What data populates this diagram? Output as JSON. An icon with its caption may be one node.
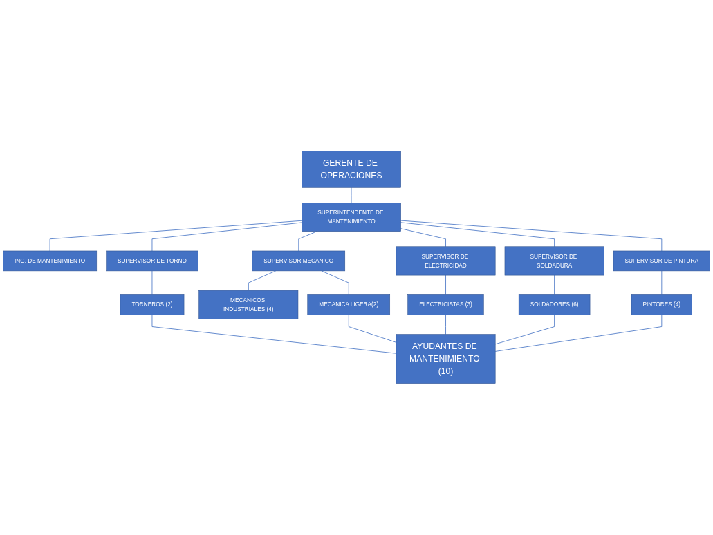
{
  "diagram": {
    "nodes": [
      {
        "text": [
          "GERENTE DE OPERACIONES"
        ]
      },
      {
        "text": [
          "SUPERINTENDENTE DE MANTENIMIENTO"
        ]
      },
      {
        "text": [
          "ING. DE MANTENIMIENTO"
        ]
      },
      {
        "text": [
          "SUPERVISOR DE TORNO"
        ]
      },
      {
        "text": [
          "SUPERVISOR MECANICO"
        ]
      },
      {
        "text": [
          "SUPERVISOR DE ELECTRICIDAD"
        ]
      },
      {
        "text": [
          "SUPERVISOR DE SOLDADURA"
        ]
      },
      {
        "text": [
          "SUPERVISOR DE PINTURA"
        ]
      },
      {
        "text": [
          "TORNEROS (2)"
        ]
      },
      {
        "text": [
          "MECANICOS INDUSTRIALES (4)"
        ]
      },
      {
        "text": [
          "ELECTRICISTAS (3)"
        ]
      },
      {
        "text": [
          "SOLDADORES (6)"
        ]
      },
      {
        "text": [
          "PINTORES (4)"
        ]
      },
      {
        "text": [
          "MECANICA LIGERA(2)"
        ]
      },
      {
        "text": [
          "AYUDANTES DE MANTENIMIENTO (10)"
        ]
      }
    ],
    "edges": [
      {
        "from": 0,
        "to": 1,
        "arrow": "none"
      },
      {
        "from": 1,
        "to": 2,
        "arrow": "none"
      },
      {
        "from": 1,
        "to": 3,
        "arrow": "none"
      },
      {
        "from": 1,
        "to": 4,
        "arrow": "none"
      },
      {
        "from": 1,
        "to": 5,
        "arrow": "none"
      },
      {
        "from": 1,
        "to": 6,
        "arrow": "none"
      },
      {
        "from": 1,
        "to": 7,
        "arrow": "none"
      },
      {
        "from": 3,
        "to": 8,
        "arrow": "none"
      },
      {
        "from": 4,
        "to": 9,
        "arrow": "none"
      },
      {
        "from": 4,
        "to": 13,
        "arrow": "none"
      },
      {
        "from": 5,
        "to": 10,
        "arrow": "none"
      },
      {
        "from": 6,
        "to": 11,
        "arrow": "none"
      },
      {
        "from": 7,
        "to": 12,
        "arrow": "none"
      },
      {
        "from": 8,
        "to": 14,
        "arrow": "none"
      },
      {
        "from": 13,
        "to": 14,
        "arrow": "none"
      },
      {
        "from": 10,
        "to": 14,
        "arrow": "none"
      },
      {
        "from": 11,
        "to": 14,
        "arrow": "none"
      },
      {
        "from": 12,
        "to": 14,
        "arrow": "none"
      }
    ]
  }
}
